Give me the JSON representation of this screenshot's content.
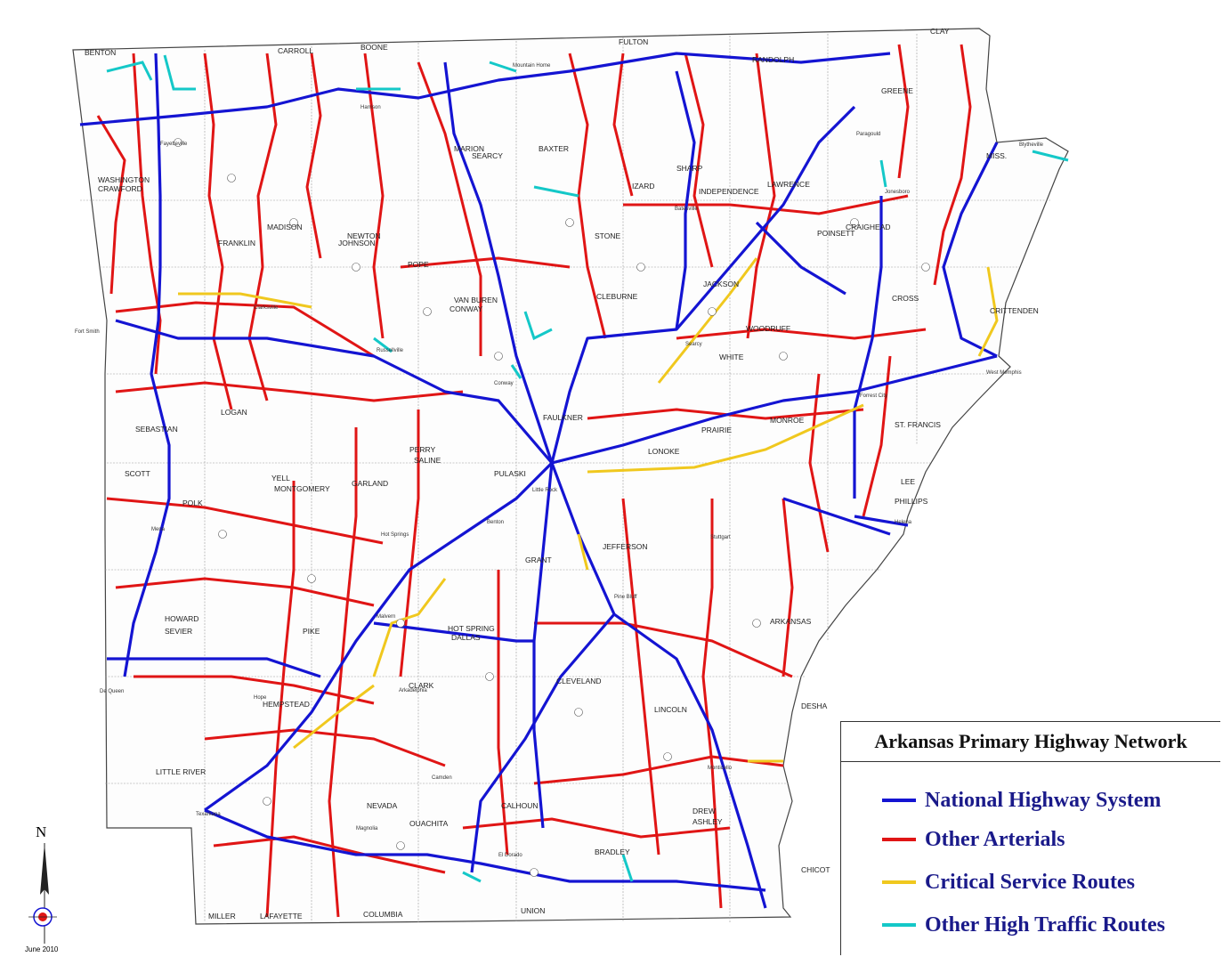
{
  "legend": {
    "title": "Arkansas  Primary Highway Network",
    "items": [
      {
        "label": "National Highway System",
        "color": "#1414d2"
      },
      {
        "label": "Other Arterials",
        "color": "#e01515"
      },
      {
        "label": "Critical Service Routes",
        "color": "#f0c81e"
      },
      {
        "label": "Other High Traffic Routes",
        "color": "#14c8c8"
      }
    ]
  },
  "compass": {
    "north": "N",
    "date": "June 2010"
  },
  "counties": [
    "BENTON",
    "CARROLL",
    "BOONE",
    "MARION",
    "BAXTER",
    "FULTON",
    "RANDOLPH",
    "CLAY",
    "GREENE",
    "WASHINGTON",
    "CRAWFORD",
    "MADISON",
    "NEWTON",
    "SEARCY",
    "STONE",
    "IZARD",
    "SHARP",
    "LAWRENCE",
    "CRAIGHEAD",
    "MISS.",
    "FRANKLIN",
    "JOHNSON",
    "POPE",
    "VAN BUREN",
    "CLEBURNE",
    "INDEPENDENCE",
    "JACKSON",
    "POINSETT",
    "CROSS",
    "CRITTENDEN",
    "SEBASTIAN",
    "LOGAN",
    "YELL",
    "CONWAY",
    "FAULKNER",
    "WHITE",
    "WOODRUFF",
    "ST. FRANCIS",
    "SCOTT",
    "POLK",
    "MONTGOMERY",
    "GARLAND",
    "PERRY",
    "SALINE",
    "PULASKI",
    "LONOKE",
    "PRAIRIE",
    "MONROE",
    "LEE",
    "PHILLIPS",
    "HOWARD",
    "SEVIER",
    "PIKE",
    "HOT SPRING",
    "GRANT",
    "JEFFERSON",
    "ARKANSAS",
    "DALLAS",
    "CLARK",
    "HEMPSTEAD",
    "NEVADA",
    "CLEVELAND",
    "LINCOLN",
    "DESHA",
    "LITTLE RIVER",
    "MILLER",
    "LAFAYETTE",
    "COLUMBIA",
    "OUACHITA",
    "CALHOUN",
    "BRADLEY",
    "DREW",
    "ASHLEY",
    "UNION",
    "CHICOT"
  ],
  "cities": [
    "Fort Smith",
    "Fayetteville",
    "Harrison",
    "Mountain Home",
    "Jonesboro",
    "Little Rock",
    "Hot Springs",
    "Pine Bluff",
    "Texarkana",
    "El Dorado",
    "Forrest City",
    "West Memphis",
    "Russellville",
    "Conway",
    "Searcy",
    "Batesville",
    "Paragould",
    "Blytheville",
    "Helena",
    "Magnolia",
    "Hope",
    "Arkadelphia",
    "Camden",
    "Monticello",
    "Stuttgart",
    "Clarksville",
    "Mena",
    "De Queen",
    "Malvern",
    "Benton"
  ]
}
